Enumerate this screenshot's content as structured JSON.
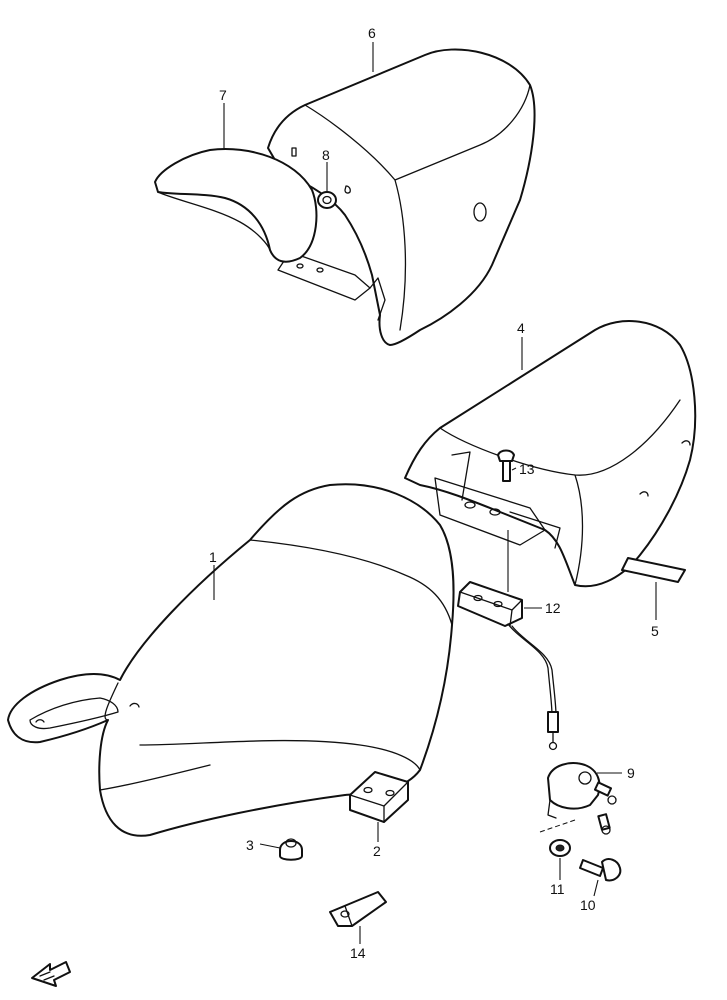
{
  "diagram": {
    "callouts": [
      {
        "key": "1",
        "text": "1"
      },
      {
        "key": "2",
        "text": "2"
      },
      {
        "key": "3",
        "text": "3"
      },
      {
        "key": "4",
        "text": "4"
      },
      {
        "key": "5",
        "text": "5"
      },
      {
        "key": "6",
        "text": "6"
      },
      {
        "key": "7",
        "text": "7"
      },
      {
        "key": "8",
        "text": "8"
      },
      {
        "key": "9",
        "text": "9"
      },
      {
        "key": "10",
        "text": "10"
      },
      {
        "key": "11",
        "text": "11"
      },
      {
        "key": "12",
        "text": "12"
      },
      {
        "key": "13",
        "text": "13"
      },
      {
        "key": "14",
        "text": "14"
      }
    ],
    "parts": [
      "seat-assembly",
      "spacer",
      "cushion",
      "pillion-seat",
      "tape",
      "seat-tail-cover",
      "pad",
      "cushion-grommet",
      "seat-lock",
      "bolt",
      "washer",
      "lock-cable",
      "bolt-13",
      "bracket"
    ],
    "colors": {
      "line": "#111111",
      "background": "#ffffff"
    },
    "direction_arrow_icon": "front-arrow-icon"
  }
}
